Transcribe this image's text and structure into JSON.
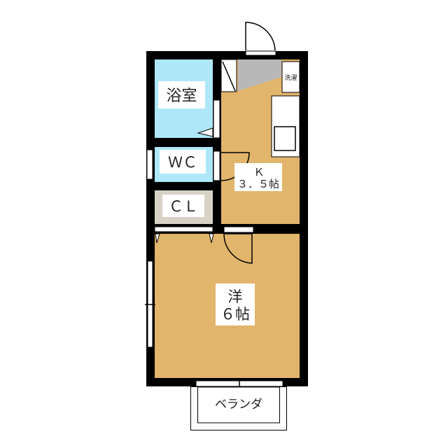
{
  "floor_plan": {
    "rooms": {
      "bath": {
        "label": "浴室"
      },
      "toilet": {
        "label": "ＷＣ"
      },
      "closet": {
        "label": "ＣＬ"
      },
      "kitchen": {
        "label_line1": "Ｋ",
        "label_line2": "３．５帖"
      },
      "western": {
        "label_line1": "洋",
        "label_line2": "６帖"
      },
      "washer": {
        "label": "洗濯"
      },
      "balcony": {
        "label": "ベランダ"
      }
    },
    "colors": {
      "wall": "#000000",
      "bath": "#aee8f8",
      "closet": "#d6d2c6",
      "floor": "#e2b56c",
      "entry": "#b8b8b8"
    }
  }
}
